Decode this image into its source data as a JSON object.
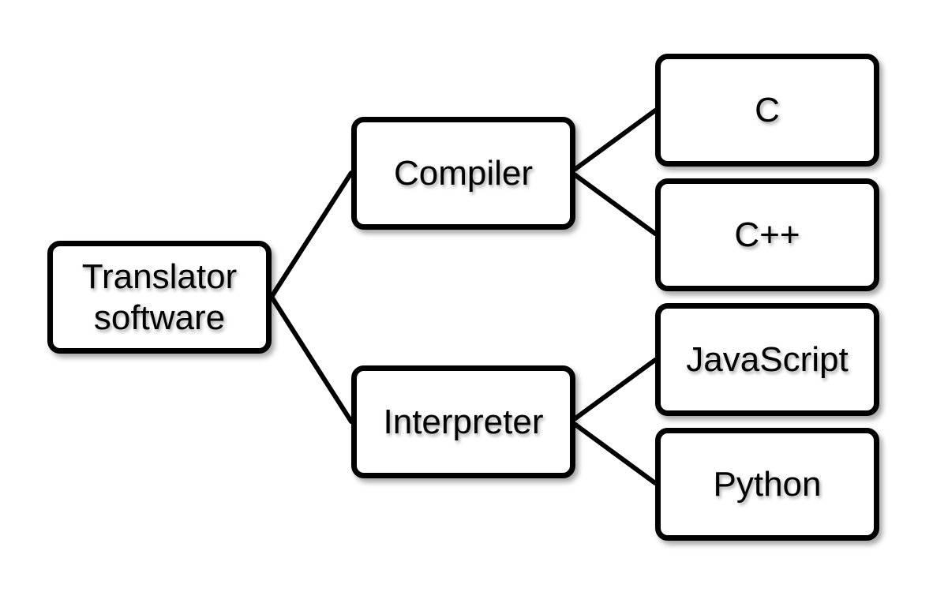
{
  "diagram": {
    "root": "Translator\nsoftware",
    "compiler": "Compiler",
    "interpreter": "Interpreter",
    "c": "C",
    "cpp": "C++",
    "javascript": "JavaScript",
    "python": "Python"
  },
  "edges": [
    [
      "root",
      "compiler"
    ],
    [
      "root",
      "interpreter"
    ],
    [
      "compiler",
      "c"
    ],
    [
      "compiler",
      "cpp"
    ],
    [
      "interpreter",
      "javascript"
    ],
    [
      "interpreter",
      "python"
    ]
  ],
  "colors": {
    "stroke": "#000000",
    "fill": "#ffffff",
    "text": "#000000"
  }
}
